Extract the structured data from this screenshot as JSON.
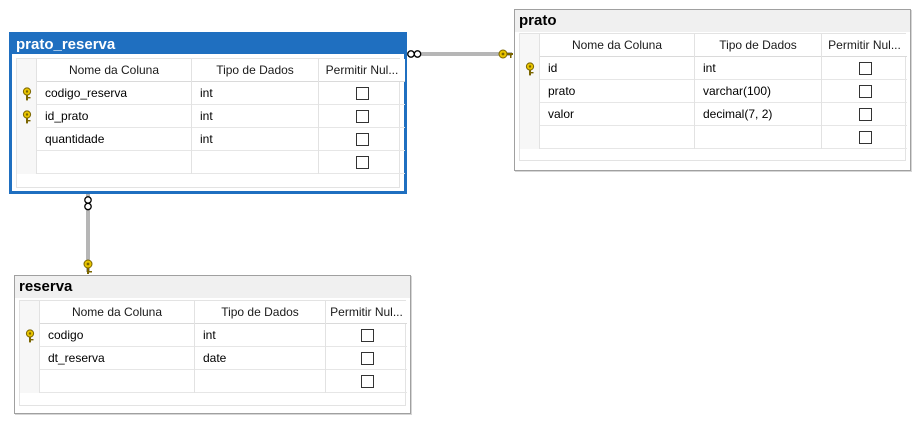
{
  "headers": {
    "name": "Nome da Coluna",
    "type": "Tipo de Dados",
    "nullable": "Permitir Nul..."
  },
  "tables": {
    "prato_reserva": {
      "title": "prato_reserva",
      "rows": [
        {
          "key": true,
          "name": "codigo_reserva",
          "type": "int"
        },
        {
          "key": true,
          "name": "id_prato",
          "type": "int"
        },
        {
          "key": false,
          "name": "quantidade",
          "type": "int"
        },
        {
          "key": false,
          "name": "",
          "type": ""
        }
      ]
    },
    "prato": {
      "title": "prato",
      "rows": [
        {
          "key": true,
          "name": "id",
          "type": "int"
        },
        {
          "key": false,
          "name": "prato",
          "type": "varchar(100)"
        },
        {
          "key": false,
          "name": "valor",
          "type": "decimal(7, 2)"
        },
        {
          "key": false,
          "name": "",
          "type": ""
        }
      ]
    },
    "reserva": {
      "title": "reserva",
      "rows": [
        {
          "key": true,
          "name": "codigo",
          "type": "int"
        },
        {
          "key": false,
          "name": "dt_reserva",
          "type": "date"
        },
        {
          "key": false,
          "name": "",
          "type": ""
        }
      ]
    }
  },
  "colors": {
    "selected_border": "#1f6fc0",
    "key_icon": "#e8c400",
    "relationship_line": "#6e6e6e"
  }
}
